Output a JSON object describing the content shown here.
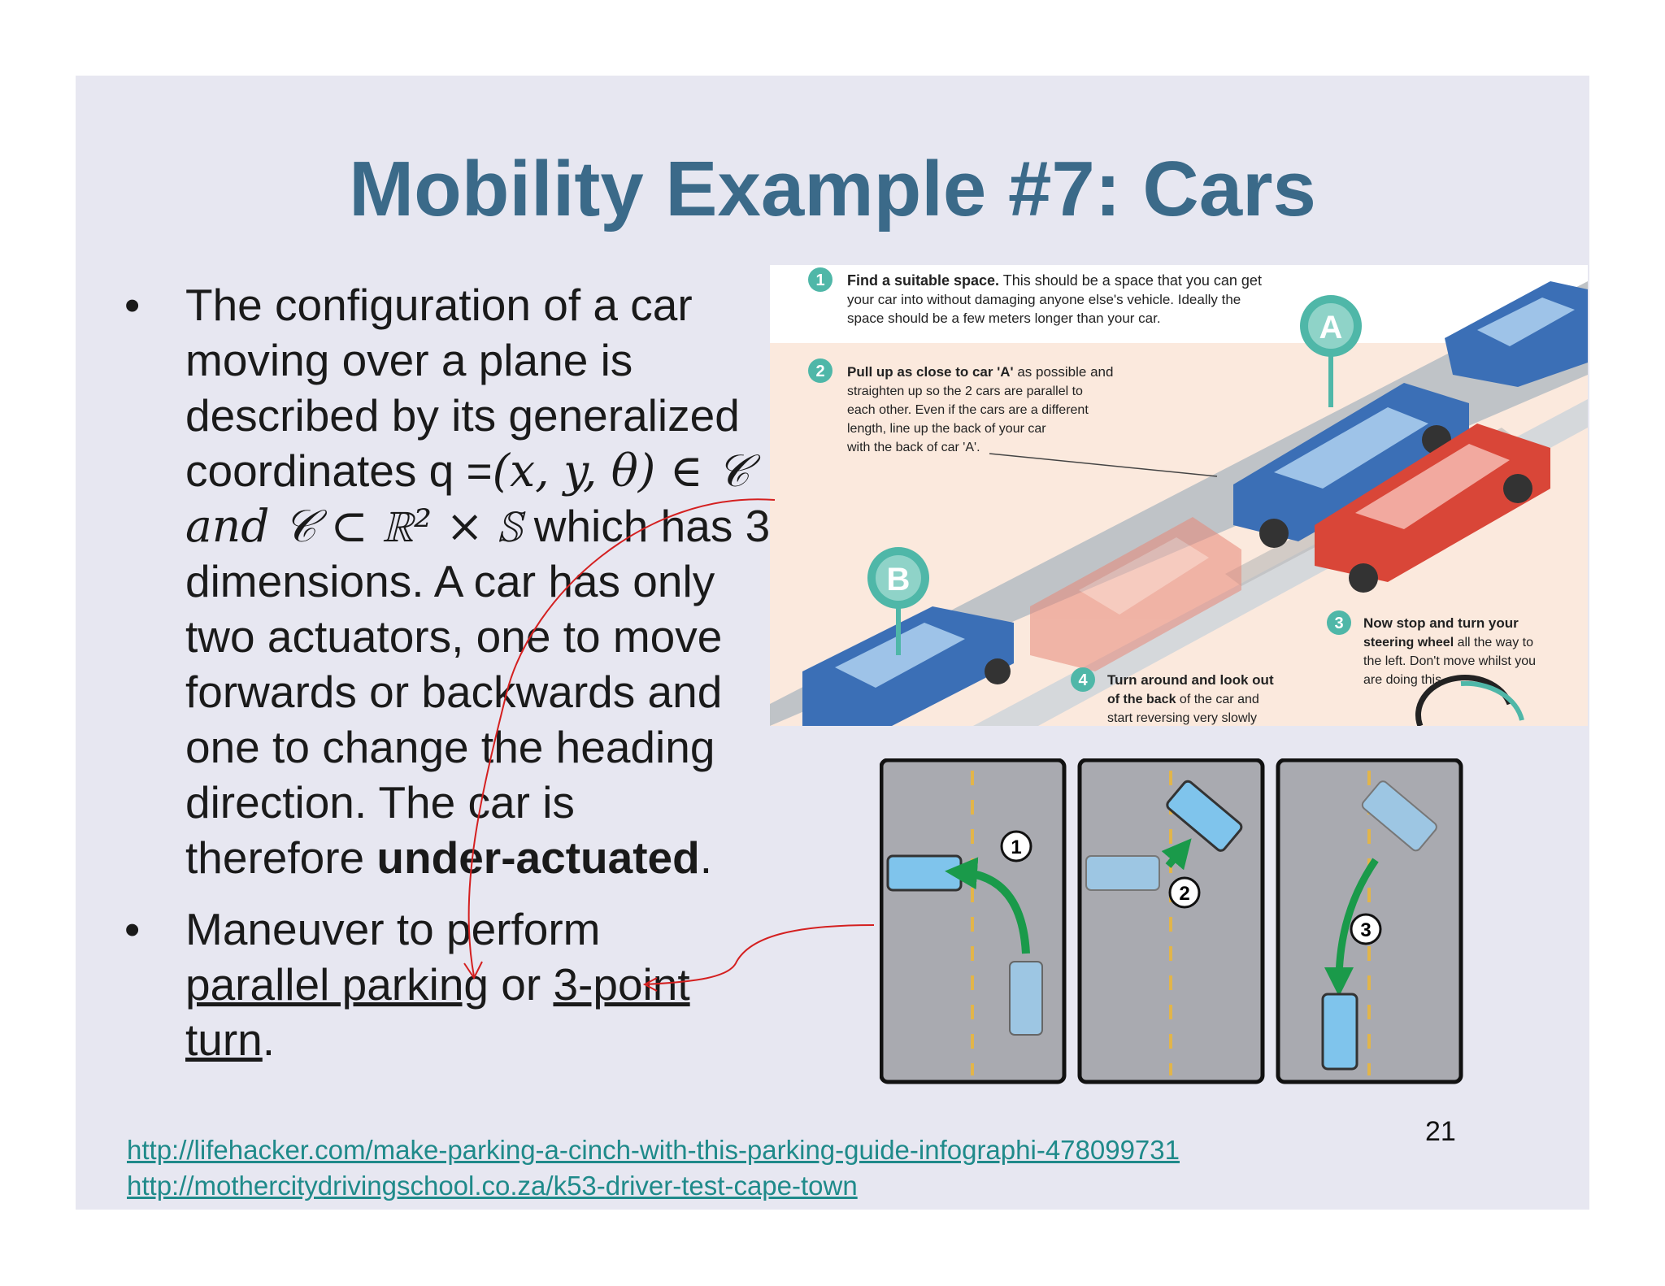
{
  "slide": {
    "title": "Mobility Example #7: Cars",
    "bullets": [
      {
        "lines": [
          "The configuration of a car",
          "moving over a plane is",
          "described by its generalized",
          "coordinates q =",
          "(x, y, θ) ∈ 𝒞",
          "and 𝒞 ⊂ ℝ² × 𝕊",
          " which has 3",
          "dimensions. A car has only",
          "two actuators, one to move",
          "forwards or backwards and",
          "one to change the heading",
          "direction. The car is",
          "therefore ",
          "under-actuated",
          "."
        ]
      },
      {
        "lines": [
          "Maneuver to perform",
          "parallel parking",
          " or ",
          "3-point",
          "turn",
          "."
        ]
      }
    ],
    "bullet_char": "•",
    "infographic": {
      "steps": [
        {
          "num": "1",
          "bold": "Find a suitable space.",
          "text": [
            " This should be a space that you can get",
            "your car into without damaging anyone else's vehicle. Ideally the",
            "space should be a few meters longer than your car."
          ]
        },
        {
          "num": "2",
          "bold": "Pull up as close to car 'A'",
          "text": [
            " as possible and",
            "straighten up so the 2 cars are parallel to",
            "each other. Even if the cars are a different",
            "length, line up the back of your car",
            "with the back of car 'A'."
          ]
        },
        {
          "num": "3",
          "bold": "Now stop and turn your",
          "bold2": "steering wheel",
          "text": [
            " all the way to",
            "the left. Don't move whilst you",
            "are doing this."
          ]
        },
        {
          "num": "4",
          "bold": "Turn around and look out",
          "bold2": "of the back",
          "text": [
            " of the car and",
            "start reversing very slowly"
          ]
        }
      ],
      "markers": [
        "A",
        "B"
      ]
    },
    "diagram": {
      "step_labels": [
        "1",
        "2",
        "3"
      ]
    },
    "links": [
      "http://lifehacker.com/make-parking-a-cinch-with-this-parking-guide-infographi-478099731",
      "http://mothercitydrivingschool.co.za/k53-driver-test-cape-town"
    ],
    "page_number": "21",
    "colors": {
      "title": "#3b6a89",
      "background": "#e7e7f1",
      "link": "#1f8a8a",
      "annotation": "#d42020"
    }
  }
}
